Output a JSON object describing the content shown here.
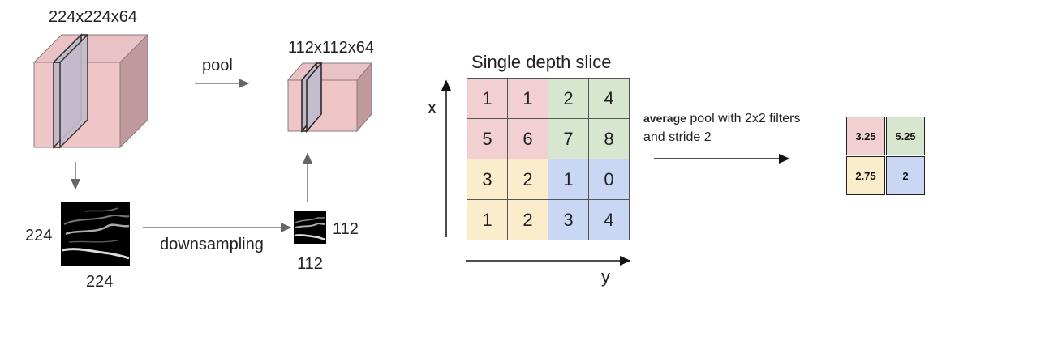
{
  "left": {
    "input_dims": "224x224x64",
    "pooled_dims": "112x112x64",
    "pool_label": "pool",
    "downsampling_label": "downsampling",
    "input_height": "224",
    "input_width": "224",
    "output_height": "112",
    "output_width": "112"
  },
  "right": {
    "slice_title": "Single depth slice",
    "x_axis": "x",
    "y_axis": "y",
    "grid": [
      [
        1,
        1,
        2,
        4
      ],
      [
        5,
        6,
        7,
        8
      ],
      [
        3,
        2,
        1,
        0
      ],
      [
        1,
        2,
        3,
        4
      ]
    ],
    "quadrant_colors": {
      "top_left": "#f2d0d2",
      "top_right": "#d6e6cf",
      "bottom_left": "#fbeccc",
      "bottom_right": "#c9d7f4"
    },
    "op_bold": "average",
    "op_rest": " pool with 2x2 filters",
    "op_line2": "and stride 2",
    "output": [
      [
        "3.25",
        "5.25"
      ],
      [
        "2.75",
        "2"
      ]
    ]
  }
}
